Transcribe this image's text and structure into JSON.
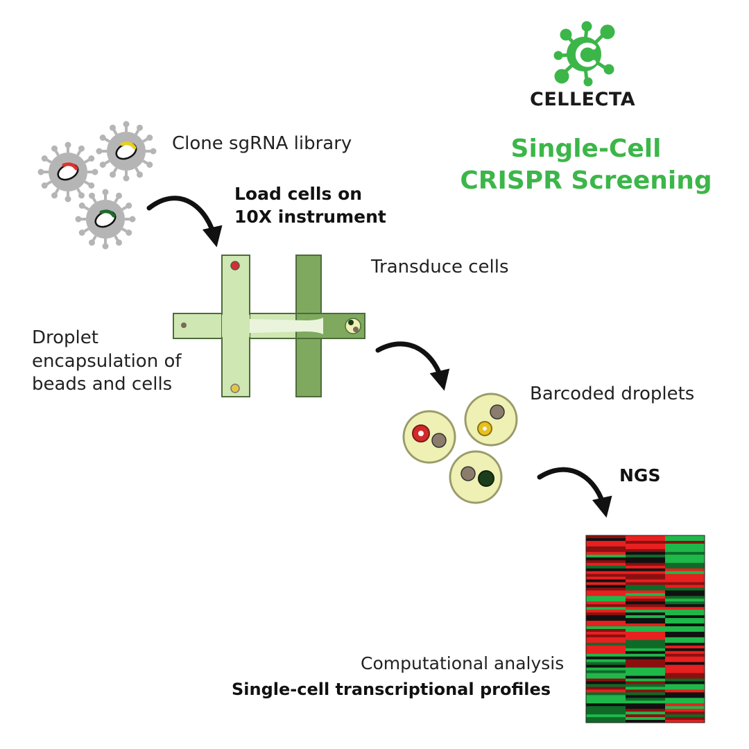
{
  "brand": {
    "name": "CELLECTA",
    "logo_color": "#3cb649"
  },
  "title": {
    "line1": "Single-Cell",
    "line2": "CRISPR Screening",
    "color": "#3cb649"
  },
  "steps": {
    "clone": "Clone sgRNA library",
    "load_line1": "Load cells on",
    "load_line2": "10X instrument",
    "transduce": "Transduce cells",
    "droplet_line1": "Droplet",
    "droplet_line2": "encapsulation of",
    "droplet_line3": "beads and cells",
    "barcoded": "Barcoded droplets",
    "ngs": "NGS",
    "computational": "Computational analysis",
    "profiles": "Single-cell transcriptional profiles"
  },
  "colors": {
    "virus_gray": "#b5b5b5",
    "channel_light": "#cfe7b3",
    "channel_dark": "#7fa95e",
    "droplet_fill": "#eef0b4",
    "heat_red": "#e82020",
    "heat_green": "#1fb84a"
  }
}
